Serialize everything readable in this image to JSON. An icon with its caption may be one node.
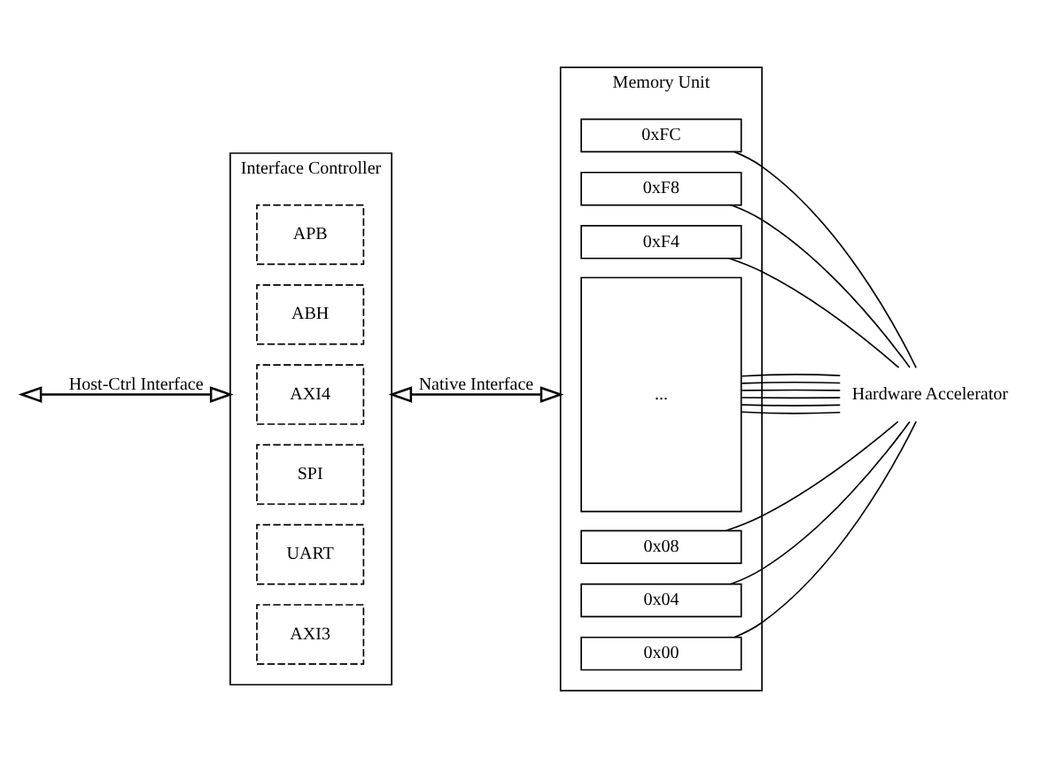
{
  "diagram": {
    "nodes": [
      {
        "text": [
          "Interface Controller"
        ]
      },
      {
        "text": [
          "AXI3"
        ],
        "in": 0
      },
      {
        "text": [
          "UART"
        ],
        "in": 0
      },
      {
        "text": [
          "SPI"
        ],
        "in": 0
      },
      {
        "text": [
          "AXI4"
        ],
        "in": 0
      },
      {
        "text": [
          "ABH"
        ],
        "in": 0
      },
      {
        "text": [
          "APB"
        ],
        "in": 0
      },
      {
        "text": [
          "Memory Unit"
        ]
      },
      {
        "text": [
          "0x00"
        ],
        "in": 7
      },
      {
        "text": [
          "0x04"
        ],
        "in": 7
      },
      {
        "text": [
          "0x08"
        ],
        "in": 7
      },
      {
        "text": [
          "..."
        ],
        "in": 7
      },
      {
        "text": [
          "0xF4"
        ],
        "in": 7
      },
      {
        "text": [
          "0xF8"
        ],
        "in": 7
      },
      {
        "text": [
          "0xFC"
        ],
        "in": 7
      },
      {
        "text": [
          "Hardware Accelerator"
        ]
      }
    ],
    "edges": [
      {
        "from": null,
        "to": 0,
        "arrow": "both",
        "label": "Host-Ctrl Interface"
      },
      {
        "from": 0,
        "to": 7,
        "arrow": "both",
        "label": "Native Interface"
      },
      {
        "from": 8,
        "to": 15,
        "arrow": "none"
      },
      {
        "from": 9,
        "to": 15,
        "arrow": "none"
      },
      {
        "from": 10,
        "to": 15,
        "arrow": "none"
      },
      {
        "from": 11,
        "to": 15,
        "arrow": "none"
      },
      {
        "from": 11,
        "to": 15,
        "arrow": "none"
      },
      {
        "from": 11,
        "to": 15,
        "arrow": "none"
      },
      {
        "from": 11,
        "to": 15,
        "arrow": "none"
      },
      {
        "from": 11,
        "to": 15,
        "arrow": "none"
      },
      {
        "from": 11,
        "to": 15,
        "arrow": "none"
      },
      {
        "from": 12,
        "to": 15,
        "arrow": "none"
      },
      {
        "from": 13,
        "to": 15,
        "arrow": "none"
      },
      {
        "from": 14,
        "to": 15,
        "arrow": "none"
      }
    ]
  }
}
